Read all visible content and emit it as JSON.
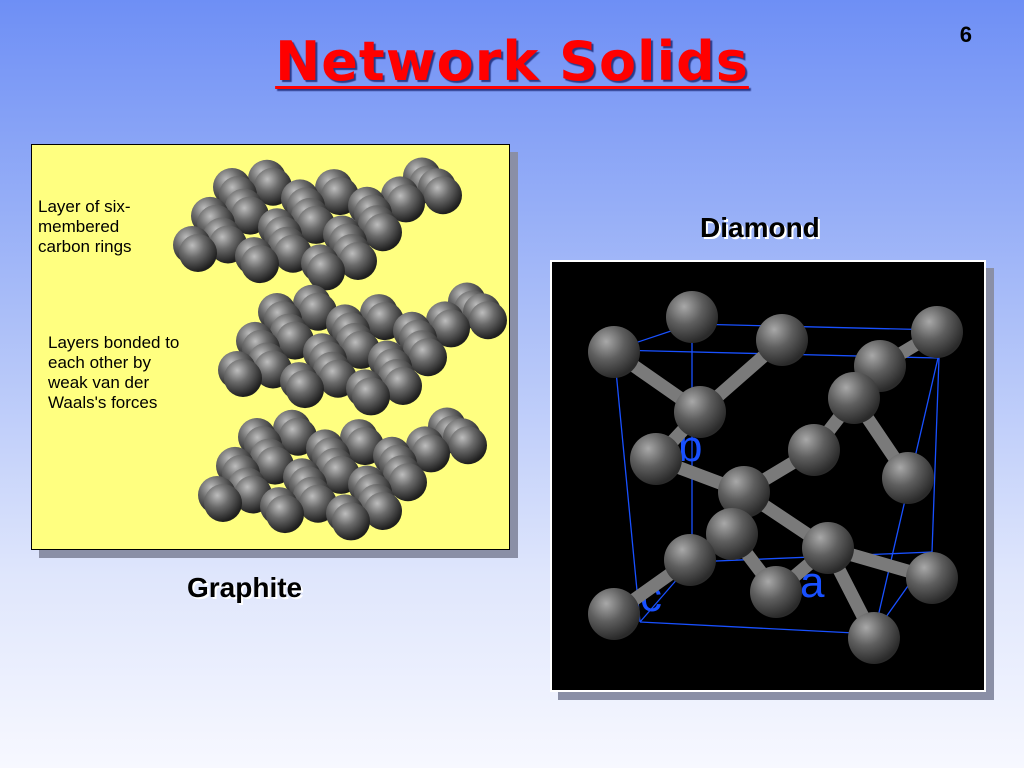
{
  "slide": {
    "title": "Network Solids",
    "number": "6"
  },
  "graphite": {
    "caption": "Graphite",
    "note_layer": "Layer of six-\nmembered\ncarbon rings",
    "note_bond": "Layers bonded to\neach other by\nweak van der\nWaals's forces"
  },
  "diamond": {
    "caption": "Diamond",
    "axis_labels": [
      "b",
      "c",
      "a"
    ]
  },
  "colors": {
    "title": "#ff0000",
    "graphite_background": "#ffff80",
    "diamond_background": "#000000",
    "atom": "#606060",
    "axis": "#1850ff"
  }
}
